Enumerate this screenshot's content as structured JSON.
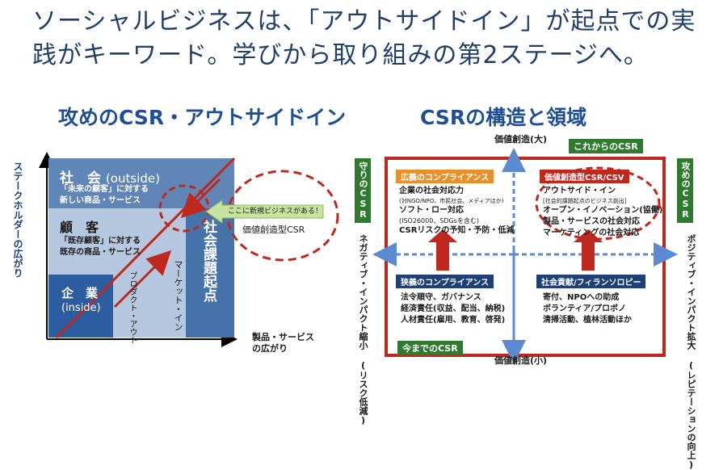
{
  "headline": "ソーシャルビジネスは、「アウトサイドイン」が起点での実践がキーワード。学びから取り組みの第2ステージへ。",
  "left": {
    "title": "攻めのCSR・アウトサイドイン",
    "y_axis_label": "ステークホルダーの広がり",
    "x_axis_label_1": "製品・サービス",
    "x_axis_label_2": "の広がり",
    "society_label": "社　会",
    "society_sub": "(outside)",
    "society_desc_1": "「未来の顧客」に対する",
    "society_desc_2": "新しい商品・サービス",
    "customer_label": "顧　客",
    "customer_desc_1": "「既存顧客」に対する",
    "customer_desc_2": "既存の商品・サービス",
    "company_label": "企　業",
    "company_sub": "(inside)",
    "issue_label": "社会課題起点",
    "market_in": "マーケット・イン",
    "product_out": "プロダクト・アウト",
    "new_business": "ここに新規ビジネスがある！",
    "value_csr": "価値創造型CSR"
  },
  "right": {
    "title": "CSRの構造と領域",
    "top_axis": "価値創造(大)",
    "bottom_axis": "価値創造(小)",
    "left_axis_1": "ネガティブ・インパクト縮小",
    "left_axis_2": "(リスク低減)",
    "right_axis_1": "ポジティブ・インパクト拡大",
    "right_axis_2": "(レピテーションの向上)",
    "defense": "守りのCSR",
    "offense": "攻めのCSR",
    "future": "これからのCSR",
    "current": "今までのCSR",
    "q_tl_title": "広義のコンプライアンス",
    "q_tl_1": "企業の社会対応力",
    "q_tl_2": "(対NGO/NPO、市民社会、メディアほか)",
    "q_tl_3": "ソフト・ロー対応",
    "q_tl_4": "(ISO26000、SDGsを含む)",
    "q_tl_5": "CSRリスクの予知・予防・低減",
    "q_tr_title": "価値創造型CSR/CSV",
    "q_tr_1": "アウトサイド・イン",
    "q_tr_2": "[社会的課題起点のビジネス創出]",
    "q_tr_3": "オープン・イノベーション(協働)",
    "q_tr_4": "製品・サービスの社会対応",
    "q_tr_5": "マーケティングの社会対応",
    "q_bl_title": "狭義のコンプライアンス",
    "q_bl_1": "法令順守、ガバナンス",
    "q_bl_2": "経済責任(収益、配当、納税)",
    "q_bl_3": "人材責任(雇用、教育、啓発)",
    "q_br_title": "社会貢献/フィランソロピー",
    "q_br_1": "寄付、NPOへの助成",
    "q_br_2": "ボランティア/プロボノ",
    "q_br_3": "清掃活動、植林活動ほか"
  },
  "colors": {
    "heading_blue": "#1f4f92",
    "society_blue": "#5f86b6",
    "customer_blue": "#b6c8e0",
    "company_blue": "#2d5da1",
    "issue_blue": "#4672aa",
    "red": "#c0281e",
    "green": "#2f7a2f",
    "orange": "#e8912a",
    "navy": "#1f3f78"
  }
}
